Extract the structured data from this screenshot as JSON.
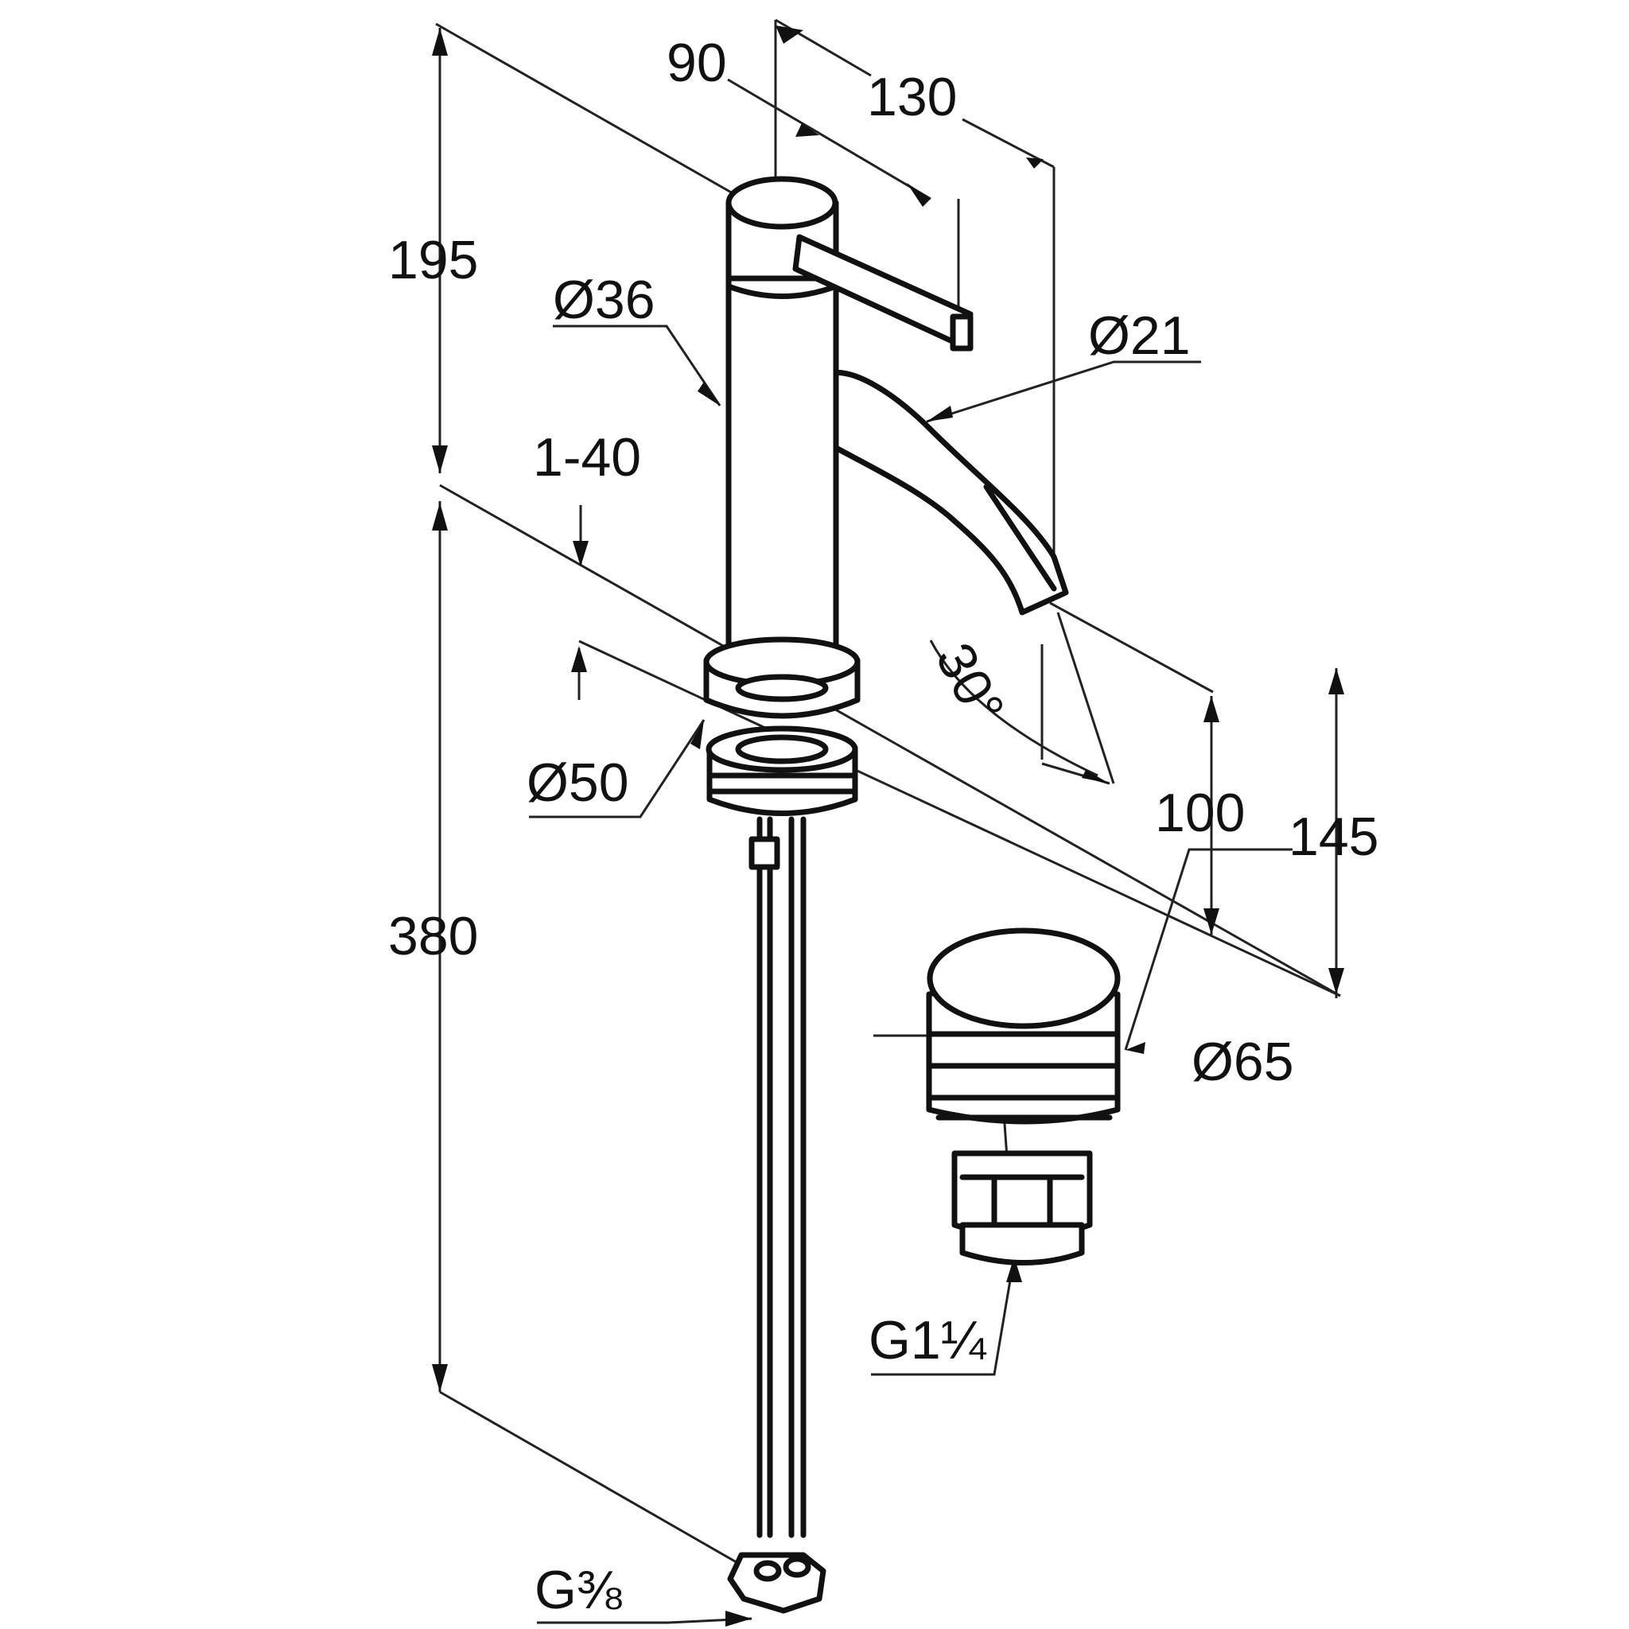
{
  "drawing": {
    "labels": {
      "d90": "90",
      "d130": "130",
      "d195": "195",
      "dia36": "Ø36",
      "dia21": "Ø21",
      "d1_40": "1-40",
      "a30": "30°",
      "dia50": "Ø50",
      "d100": "100",
      "d145": "145",
      "d380": "380",
      "dia65": "Ø65",
      "g114": "G1¼",
      "g38": "G⅜"
    }
  }
}
